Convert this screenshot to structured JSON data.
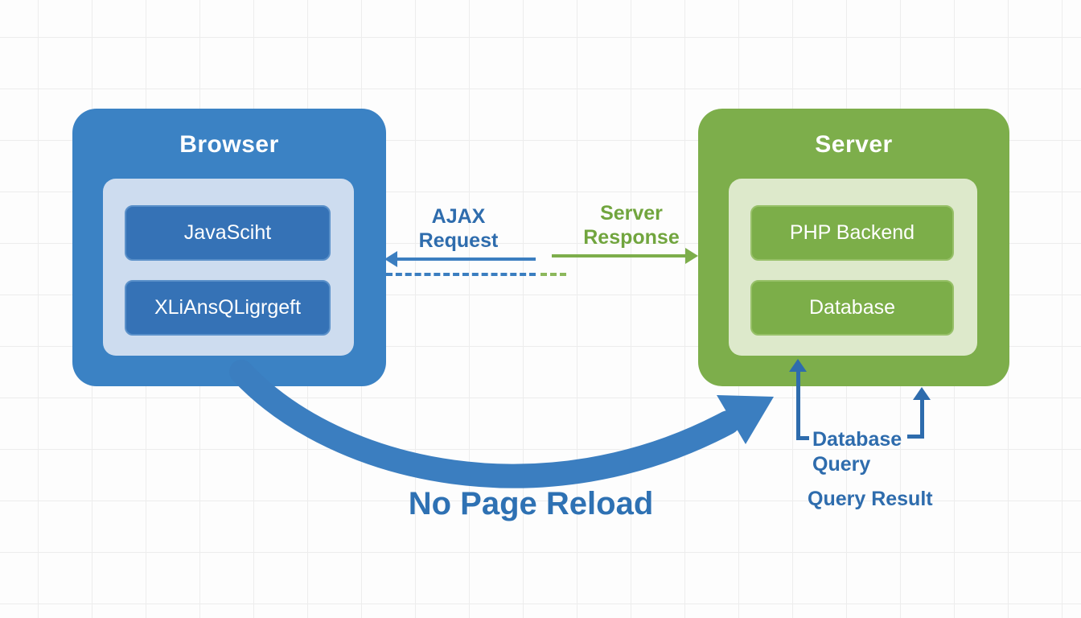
{
  "diagram": {
    "browser": {
      "title": "Browser",
      "box1": "JavaSciht",
      "box2": "XLiAnsQLigrgeft"
    },
    "server": {
      "title": "Server",
      "box1": "PHP Backend",
      "box2": "Database"
    },
    "labels": {
      "ajax_line1": "AJAX",
      "ajax_line2": "Request",
      "response_line1": "Server",
      "response_line2": "Response",
      "no_page_reload": "No Page Reload",
      "db_query_line1": "Database",
      "db_query_line2": "Query",
      "query_result": "Query Result"
    },
    "colors": {
      "blue_node": "#3b82c4",
      "blue_sub_box": "#3572b6",
      "blue_text": "#2e6cad",
      "green_node": "#7dae4b",
      "green_sub_box": "#7cae49",
      "green_text": "#71a53e"
    }
  }
}
